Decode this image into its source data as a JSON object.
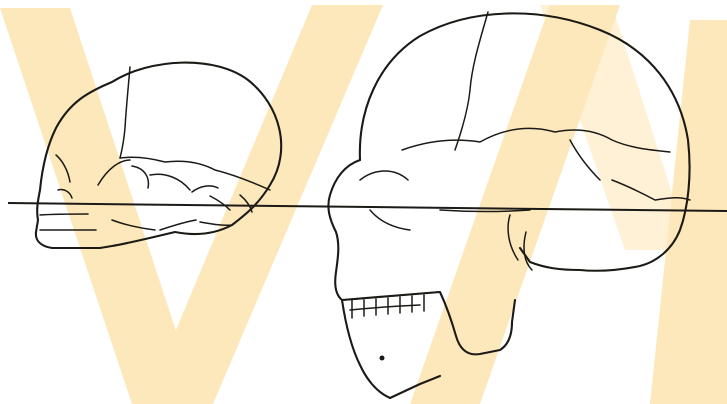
{
  "figure": {
    "background": "#ffffff",
    "watermark_color": "#fde8bb",
    "line_color": "#1c1a16",
    "watermark": {
      "glyph": "M",
      "kind": "watermark-logo"
    },
    "drawings": [
      {
        "id": "infant-skull",
        "view": "lateral",
        "icon": "skull-icon"
      },
      {
        "id": "adult-skull",
        "view": "lateral",
        "icon": "skull-icon"
      }
    ],
    "reference_line": {
      "icon": "horizontal-line"
    }
  }
}
